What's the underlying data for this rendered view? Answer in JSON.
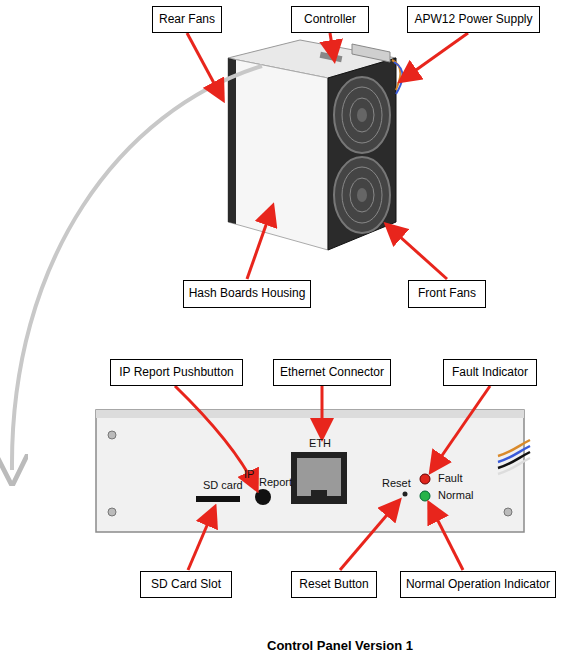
{
  "diagram": {
    "caption": "Control Panel Version 1",
    "nodes": [
      {
        "text": [
          "Rear Fans"
        ]
      },
      {
        "text": [
          "Controller"
        ]
      },
      {
        "text": [
          "APW12 Power Supply"
        ]
      },
      {
        "text": [
          "Hash Boards Housing"
        ]
      },
      {
        "text": [
          "Front Fans"
        ]
      },
      {
        "text": [
          "IP Report Pushbutton"
        ]
      },
      {
        "text": [
          "Ethernet Connector"
        ]
      },
      {
        "text": [
          "Fault Indicator"
        ]
      },
      {
        "text": [
          "SD Card Slot"
        ]
      },
      {
        "text": [
          "Reset Button"
        ]
      },
      {
        "text": [
          "Normal Operation Indicator"
        ]
      }
    ],
    "labels": [
      "IP",
      "Report",
      "SD card",
      "ETH",
      "Reset",
      "Fault",
      "Normal"
    ]
  }
}
